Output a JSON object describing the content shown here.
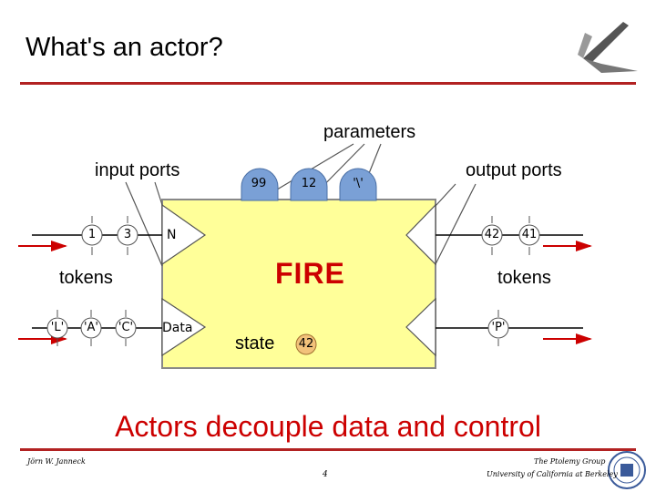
{
  "slide": {
    "title": "What's an actor?",
    "subtitle": "Actors decouple data and control"
  },
  "labels": {
    "parameters": "parameters",
    "input_ports": "input ports",
    "output_ports": "output ports",
    "tokens_left": "tokens",
    "tokens_right": "tokens",
    "fire": "FIRE",
    "state": "state",
    "port_n": "N",
    "port_data": "Data"
  },
  "parameters": [
    "99",
    "12",
    "'\\'"
  ],
  "input_tokens_top": [
    "1",
    "3"
  ],
  "input_tokens_bottom": [
    "'L'",
    "'A'",
    "'C'"
  ],
  "output_tokens_top": [
    "42",
    "41"
  ],
  "output_tokens_bottom": [
    "'P'"
  ],
  "state_value": "42",
  "footer": {
    "author": "Jörn W. Janneck",
    "page": "4",
    "group": "The Ptolemy Group",
    "university": "University of California at Berkeley"
  },
  "colors": {
    "actor_fill": "#ffff99",
    "parameter_fill": "#7aa0d6",
    "state_fill": "#f2c27a",
    "accent_red": "#cc0000",
    "rule_red": "#b22222"
  },
  "icons": [
    "ptolemy-logo-icon",
    "berkeley-seal-icon"
  ]
}
